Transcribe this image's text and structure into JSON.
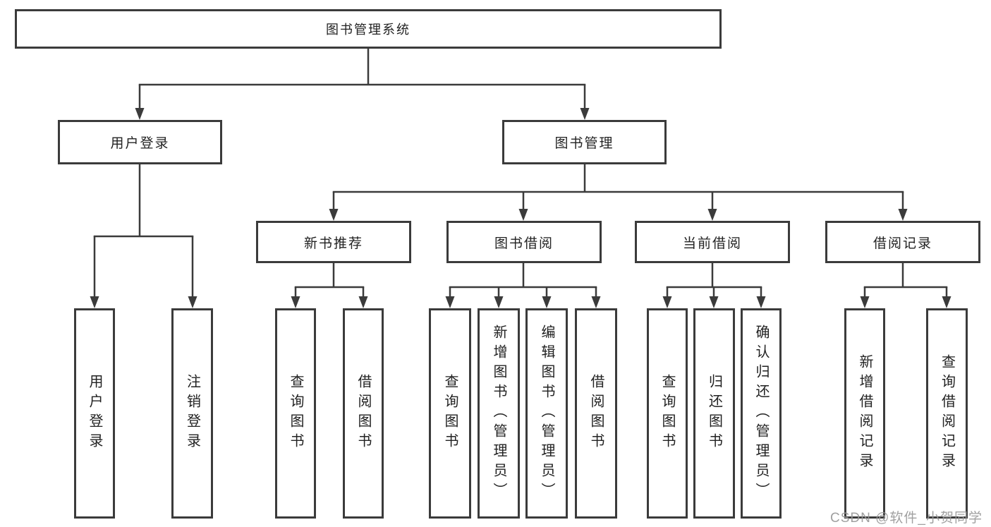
{
  "diagram": {
    "title": "图书管理系统",
    "level2": {
      "user_login": "用户登录",
      "book_management": "图书管理"
    },
    "level3": {
      "new_book_recommend": "新书推荐",
      "book_borrow": "图书借阅",
      "current_borrow": "当前借阅",
      "borrow_record": "借阅记录"
    },
    "leaves": {
      "user_login_children": [
        "用户登录",
        "注销登录"
      ],
      "new_book_recommend_children": [
        "查询图书",
        "借阅图书"
      ],
      "book_borrow_children": [
        "查询图书",
        "新增图书（管理员）",
        "编辑图书（管理员）",
        "借阅图书"
      ],
      "current_borrow_children": [
        "查询图书",
        "归还图书",
        "确认归还（管理员）"
      ],
      "borrow_record_children": [
        "新增借阅记录",
        "查询借阅记录"
      ]
    }
  },
  "watermark": {
    "text": "CSDN @软件_小贺同学"
  },
  "colors": {
    "line": "#3b3b3b",
    "text": "#222222",
    "watermark": "#989898",
    "background": "#ffffff"
  }
}
